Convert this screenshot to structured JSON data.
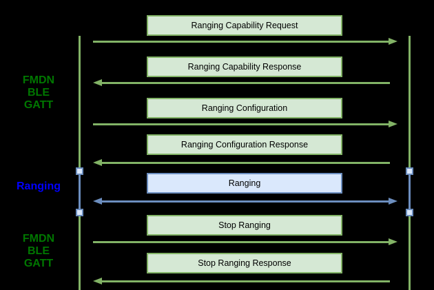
{
  "canvas": {
    "background": "#000000"
  },
  "colors": {
    "green_fill": "#d5e8d4",
    "green_stroke": "#82b366",
    "blue_fill": "#dae8fc",
    "blue_stroke": "#6c8ebf",
    "label_green": "#007700",
    "label_blue": "#0000ff",
    "box_text": "#000000",
    "bg": "#000000"
  },
  "side_labels": {
    "top": {
      "line1": "FMDN",
      "line2": "BLE",
      "line3": "GATT"
    },
    "middle": {
      "line1": "Ranging"
    },
    "bottom": {
      "line1": "FMDN",
      "line2": "BLE",
      "line3": "GATT"
    }
  },
  "messages": [
    {
      "label": "Ranging Capability Request",
      "direction": "right",
      "theme": "green"
    },
    {
      "label": "Ranging Capability Response",
      "direction": "left",
      "theme": "green"
    },
    {
      "label": "Ranging Configuration",
      "direction": "right",
      "theme": "green"
    },
    {
      "label": "Ranging Configuration Response",
      "direction": "left",
      "theme": "green"
    },
    {
      "label": "Ranging",
      "direction": "both",
      "theme": "blue"
    },
    {
      "label": "Stop Ranging",
      "direction": "right",
      "theme": "green"
    },
    {
      "label": "Stop Ranging Response",
      "direction": "left",
      "theme": "green"
    }
  ]
}
